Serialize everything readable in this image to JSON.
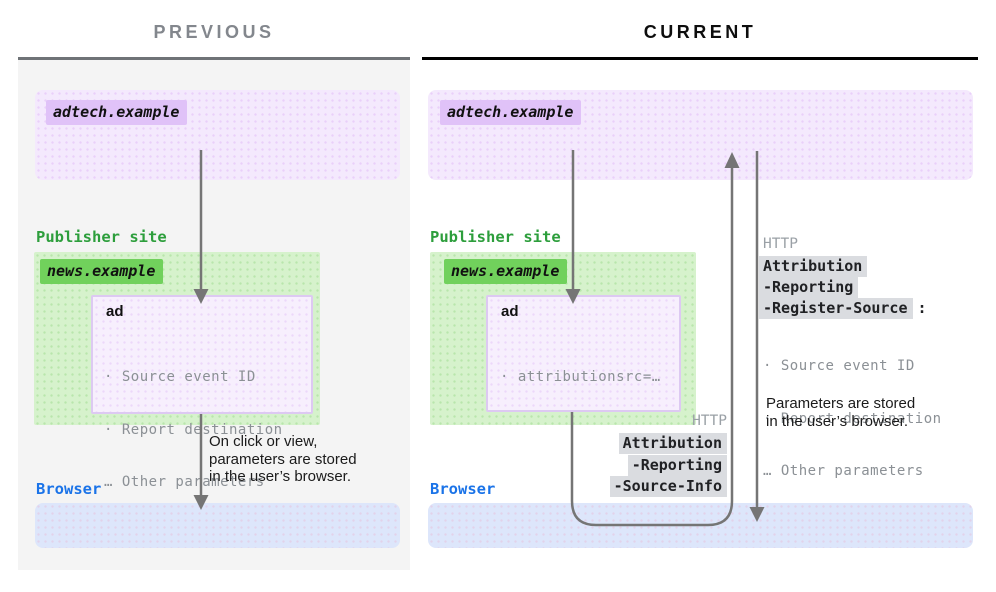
{
  "colors": {
    "adtech_box_bg": "#f4e9fd",
    "adtech_label_bg": "#e0c2f8",
    "publisher_box_bg": "#d6f2cc",
    "news_label_bg": "#71d15c",
    "publisher_text_green": "#2d9e3c",
    "browser_text_blue": "#1a73e8",
    "browser_box_bg": "#dde6fb",
    "http_header_chip_bg": "#dadce0",
    "arrow_gray": "#757575",
    "muted_text_gray": "#8b9095",
    "previous_title_gray": "#83878d",
    "current_title_black": "#0d0d0d"
  },
  "previous": {
    "title": "PREVIOUS",
    "adtech_domain": "adtech.example",
    "publisher_site_label": "Publisher site",
    "news_domain": "news.example",
    "ad_frame_title": "ad",
    "ad_params": [
      "· Source event ID",
      "· Report destination",
      "… Other parameters"
    ],
    "storage_caption": "On click or view,\nparameters are stored\nin the user’s browser.",
    "browser_label": "Browser"
  },
  "current": {
    "title": "CURRENT",
    "adtech_domain": "adtech.example",
    "publisher_site_label": "Publisher site",
    "news_domain": "news.example",
    "ad_frame_title": "ad",
    "ad_params": [
      "· attributionsrc=…"
    ],
    "request_headers": {
      "protocol": "HTTP",
      "lines": [
        "Attribution",
        "-Reporting",
        "-Source-Info"
      ]
    },
    "response_headers": {
      "protocol": "HTTP",
      "lines": [
        "Attribution",
        "-Reporting",
        "-Register-Source"
      ],
      "suffix": ":",
      "params": [
        "· Source event ID",
        "· Report destination",
        "… Other parameters"
      ],
      "storage_caption": "Parameters are stored\nin the user’s browser."
    },
    "browser_label": "Browser"
  }
}
